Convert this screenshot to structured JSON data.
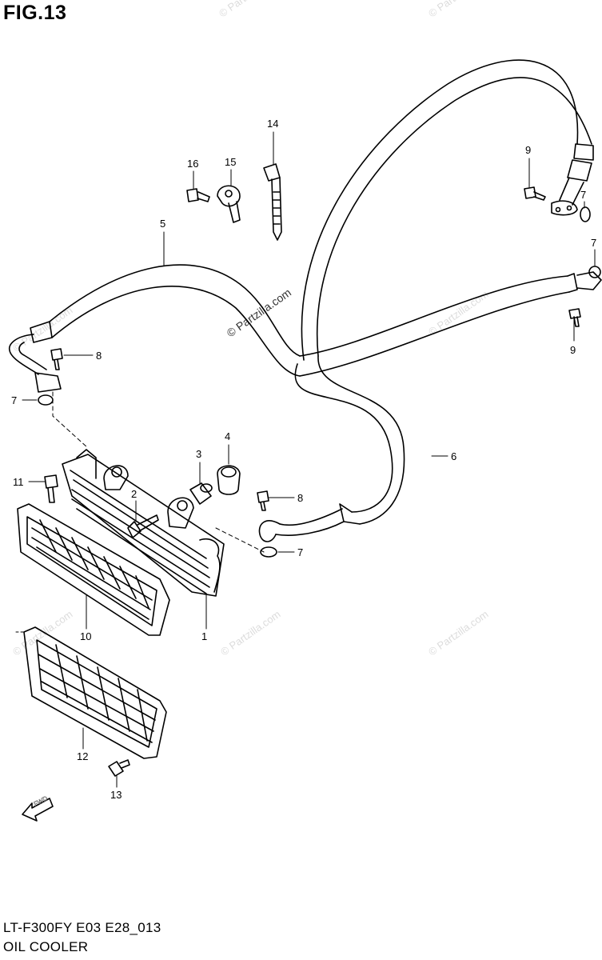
{
  "figure": {
    "title": "FIG.13",
    "code": "LT-F300FY E03 E28_013",
    "name": "OIL COOLER"
  },
  "callouts": [
    "1",
    "2",
    "3",
    "4",
    "5",
    "6",
    "7",
    "7",
    "7",
    "7",
    "8",
    "8",
    "9",
    "9",
    "10",
    "11",
    "12",
    "13",
    "14",
    "15",
    "16"
  ],
  "watermark": {
    "text": "© Partzilla.com"
  },
  "badges": {
    "front_arrow": "FWD"
  },
  "colors": {
    "line": "#000000",
    "watermark": "#dcdcdc"
  }
}
